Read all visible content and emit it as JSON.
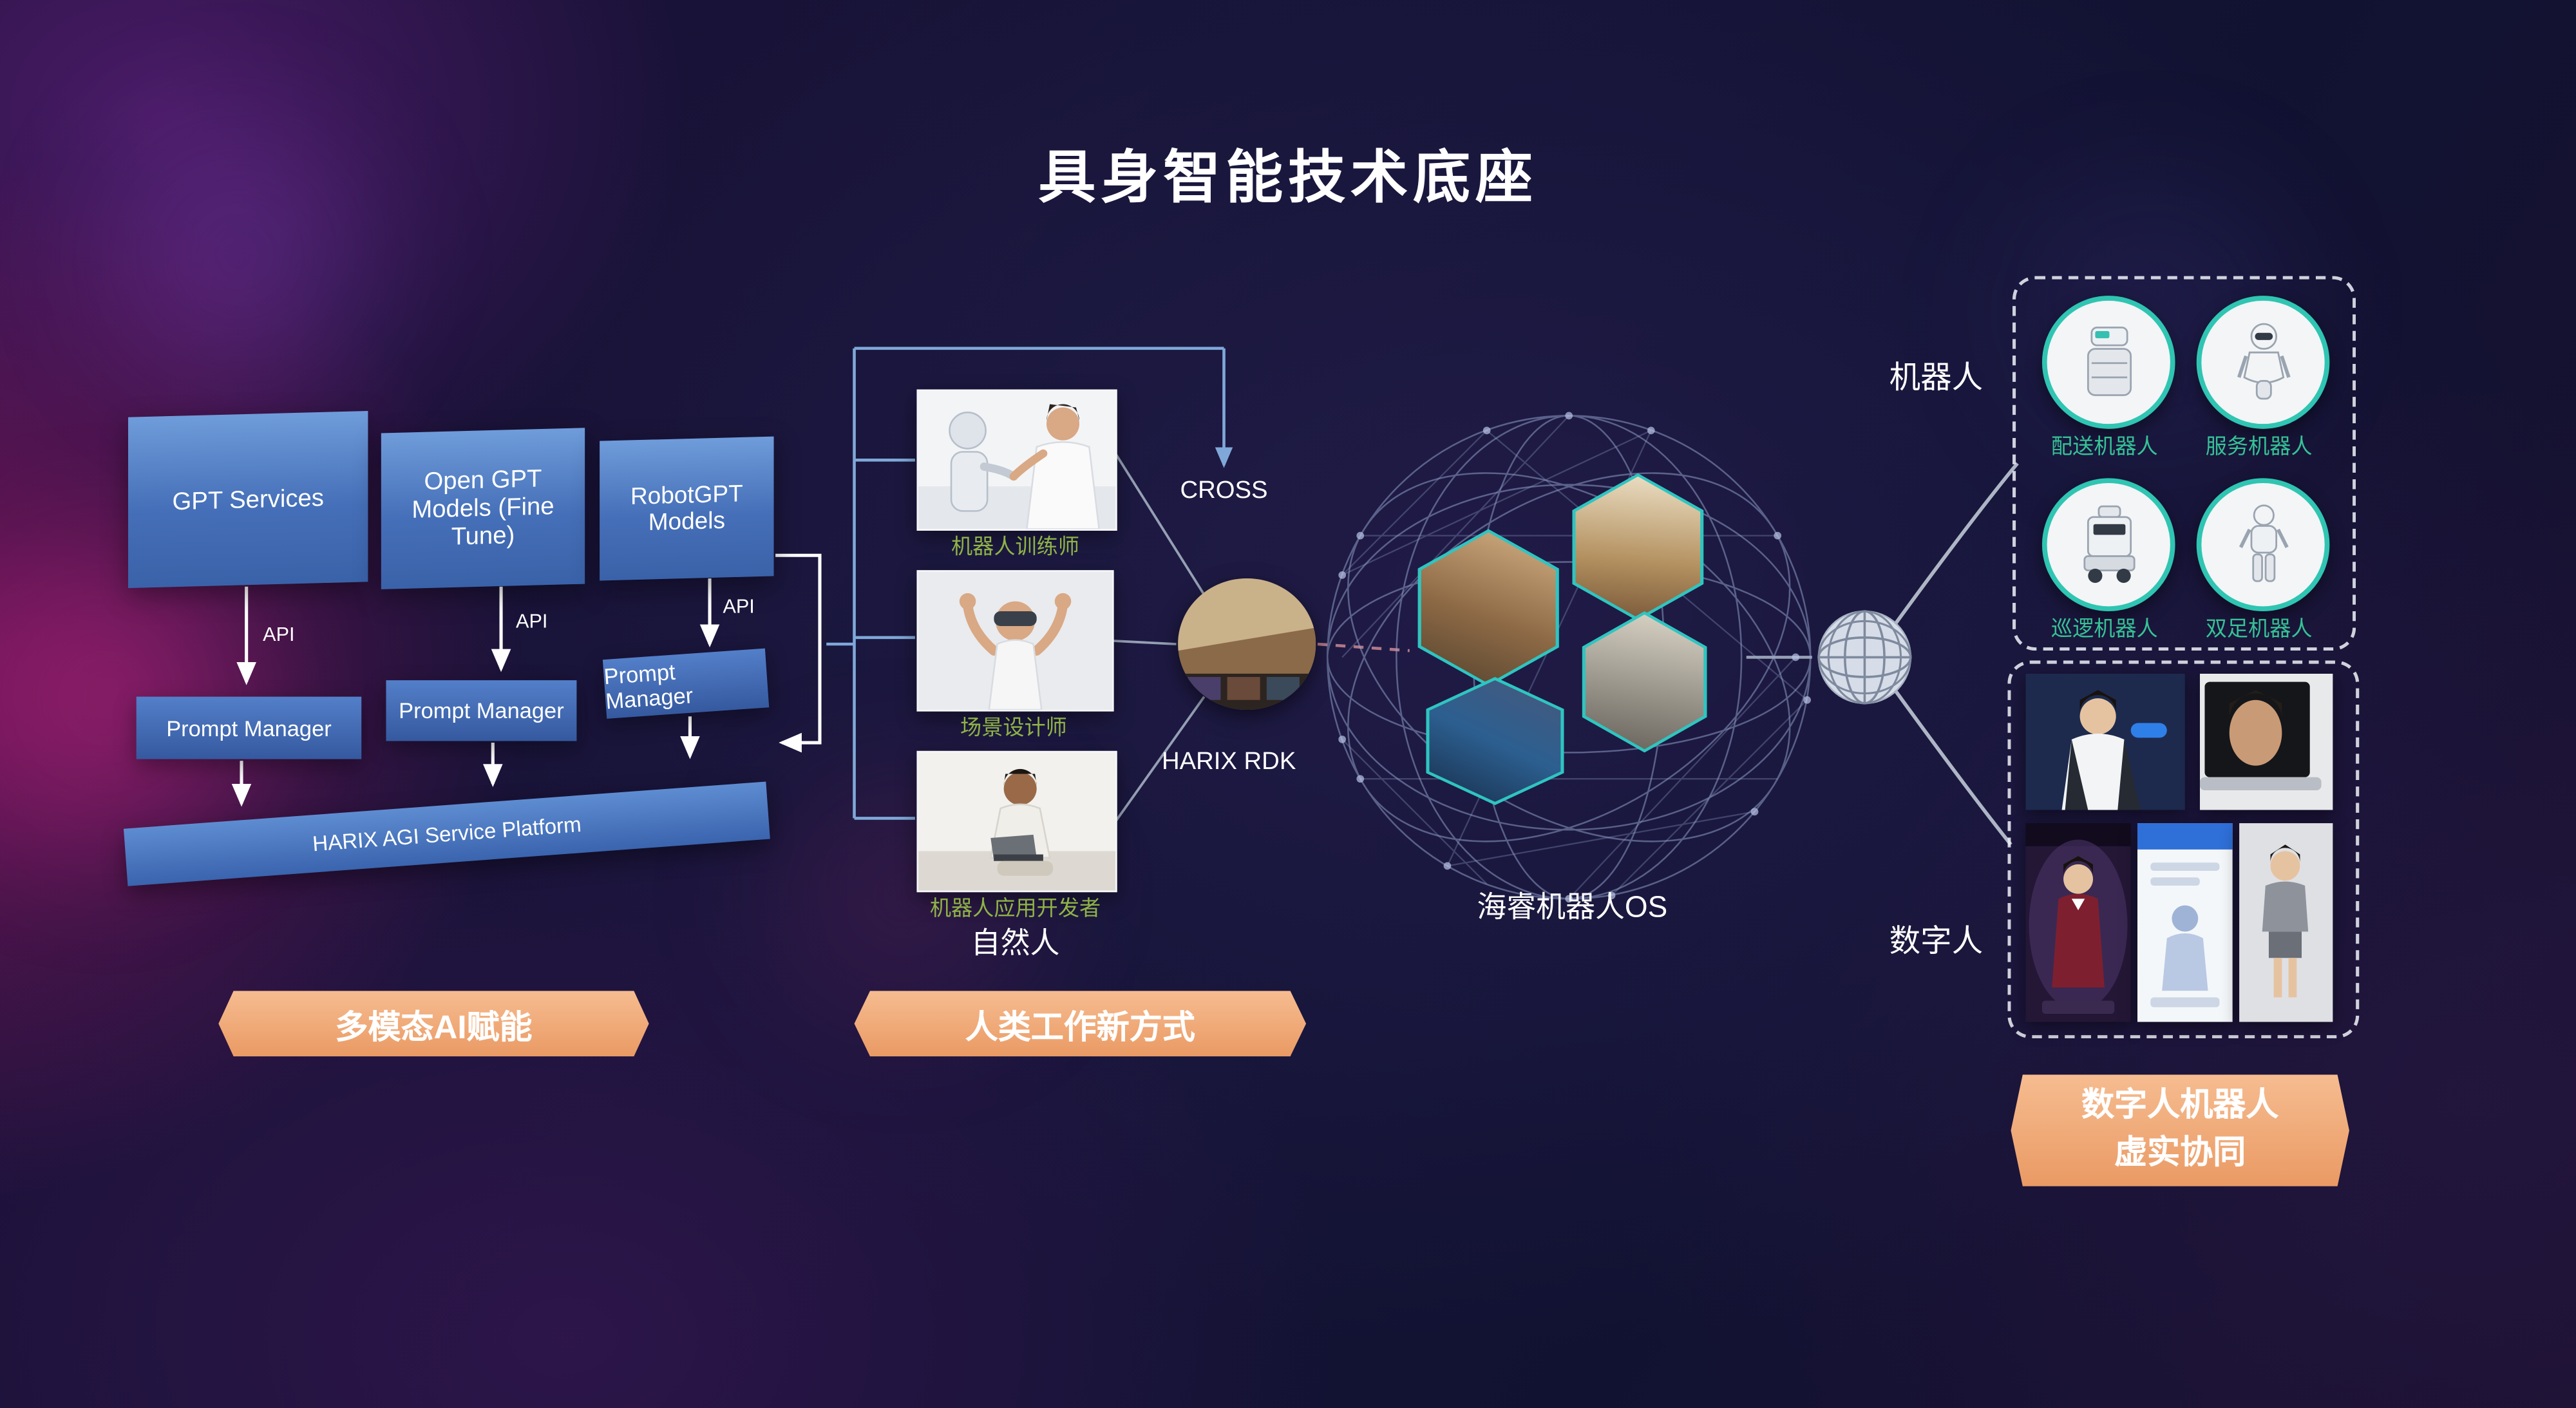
{
  "title": "具身智能技术底座",
  "left_section": {
    "models": [
      {
        "label": "GPT Services"
      },
      {
        "label": "Open GPT Models (Fine Tune)"
      },
      {
        "label": "RobotGPT Models"
      }
    ],
    "api_label": "API",
    "prompt_manager_label": "Prompt Manager",
    "platform_label": "HARIX AGI Service Platform",
    "banner": "多模态AI赋能"
  },
  "middle_section": {
    "roles": [
      {
        "caption": "机器人训练师"
      },
      {
        "caption": "场景设计师"
      },
      {
        "caption": "机器人应用开发者"
      }
    ],
    "group_label": "自然人",
    "cross_label": "CROSS",
    "rdk_label": "HARIX RDK",
    "banner": "人类工作新方式"
  },
  "os_section": {
    "label": "海睿机器人OS"
  },
  "right_section": {
    "robots_label": "机器人",
    "robots": [
      {
        "caption": "配送机器人"
      },
      {
        "caption": "服务机器人"
      },
      {
        "caption": "巡逻机器人"
      },
      {
        "caption": "双足机器人"
      }
    ],
    "digital_label": "数字人",
    "banner_line1": "数字人机器人",
    "banner_line2": "虚实协同"
  },
  "colors": {
    "banner_orange": "#efa576",
    "model_box_blue": "#4a7cc2",
    "prompt_box_blue": "#3c63ad",
    "role_caption_green": "#8fb347",
    "robot_caption_teal": "#36c296",
    "hex_border_teal": "#2fc5c0",
    "connector_blue": "#7fa8d8",
    "connector_gray": "#96a0b4"
  }
}
